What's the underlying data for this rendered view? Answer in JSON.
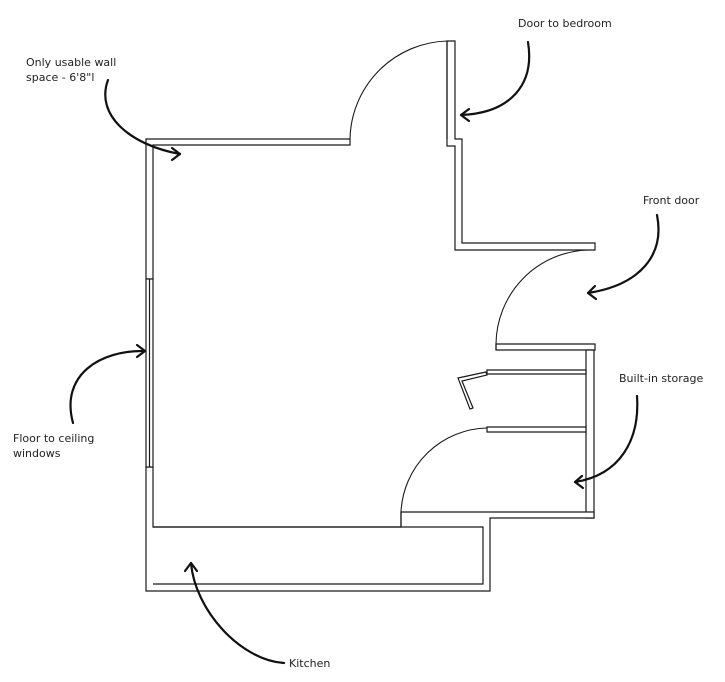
{
  "labels": {
    "usable_wall_line1": "Only usable wall",
    "usable_wall_line2": "space - 6'8\"l",
    "door_bedroom": "Door to bedroom",
    "front_door": "Front door",
    "builtin_storage": "Built-in storage",
    "windows_line1": "Floor to ceiling",
    "windows_line2": "windows",
    "kitchen": "Kitchen"
  }
}
